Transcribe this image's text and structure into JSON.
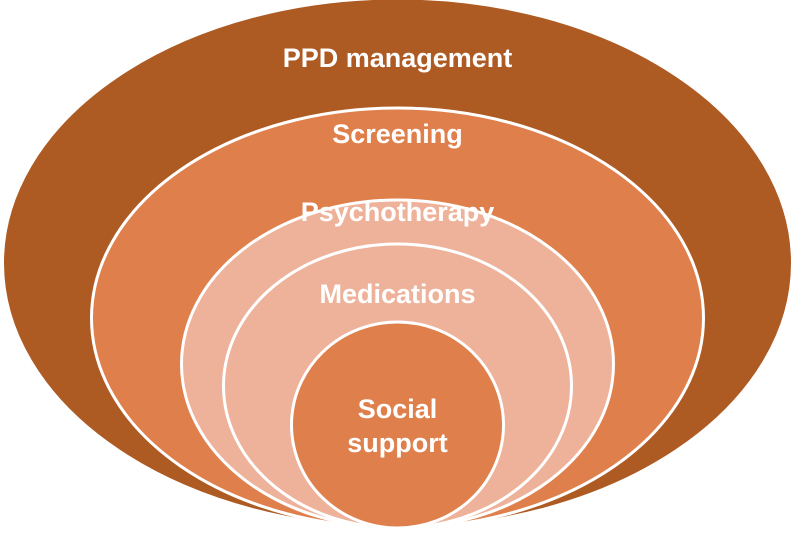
{
  "diagram": {
    "levels": [
      {
        "label": "PPD management",
        "color": "#ad5a23"
      },
      {
        "label": "Screening",
        "color": "#df7f4c"
      },
      {
        "label": "Psychotherapy",
        "color": "#eeb29a"
      },
      {
        "label": "Medications",
        "color": "#eeb29a"
      },
      {
        "label": "Social support",
        "line1": "Social",
        "line2": "support",
        "color": "#df7f4c"
      }
    ],
    "outline_color": "#ffffff"
  }
}
